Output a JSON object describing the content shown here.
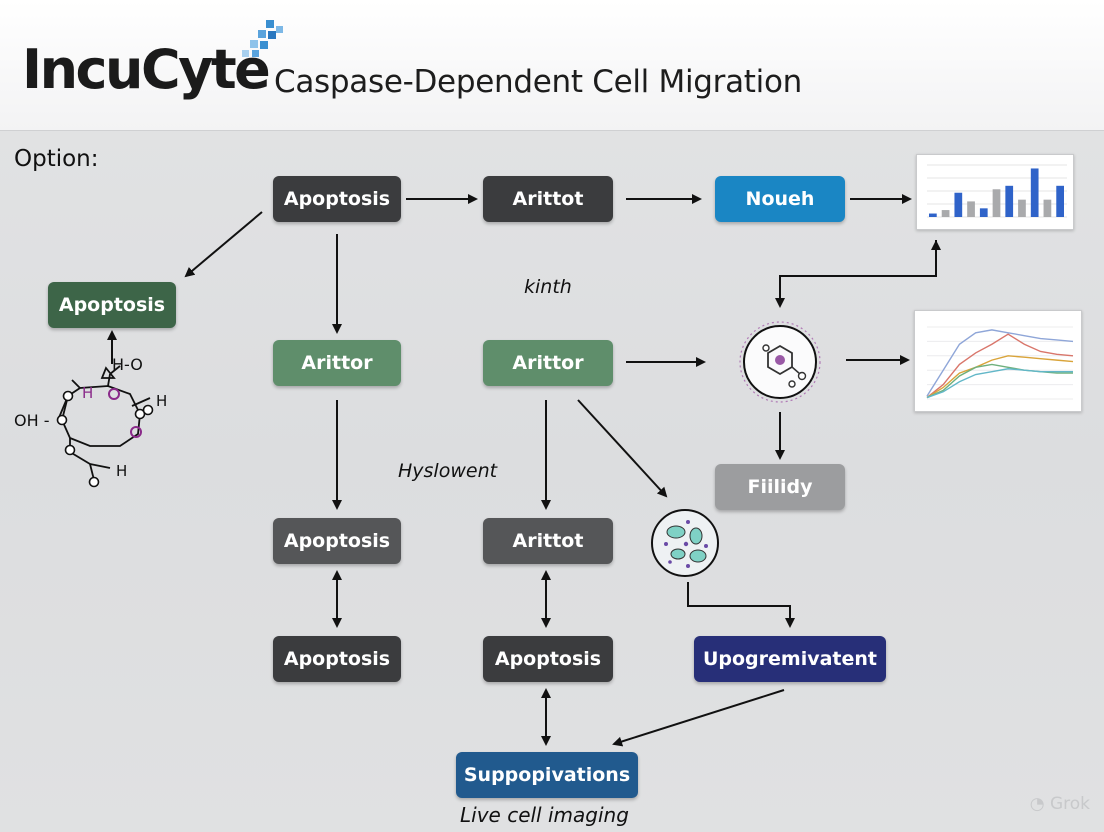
{
  "header": {
    "logo": "IncuCyte",
    "title": "Caspase-Dependent Cell Migration"
  },
  "option_label": "Option:",
  "nodes": {
    "apoptosis_top": "Apoptosis",
    "arittot_top": "Arittot",
    "noueh": "Noueh",
    "apoptosis_left": "Apoptosis",
    "arittor_left": "Arittor",
    "arittor_mid": "Arittor",
    "fiilidy": "Fiilidy",
    "apoptosis_row3": "Apoptosis",
    "arittot_row3": "Arittot",
    "apoptosis_row4a": "Apoptosis",
    "apoptosis_row4b": "Apoptosis",
    "upogremivatent": "Upogremivatent",
    "suppopivations": "Suppopivations"
  },
  "labels": {
    "kinth": "kinth",
    "hyslowent": "Hyslowent",
    "live_cell_imaging": "Live cell imaging"
  },
  "molecule": {
    "h_o": "H-O",
    "oh": "OH -",
    "h1": "H",
    "h2": "H",
    "h3": "H"
  },
  "watermark": "Grok",
  "colors": {
    "blue_node": "#1a86c4",
    "navy_node": "#272f78",
    "green_node": "#5f8e6b",
    "dark_green_node": "#3d6548",
    "logo_accent": "#3a8fd0"
  },
  "bar_chart": {
    "series": [
      {
        "values": [
          2,
          4,
          14,
          9,
          5,
          16,
          18,
          10,
          28,
          10,
          18
        ]
      }
    ],
    "colors": [
      "#2f63c9",
      "#a9aaac"
    ]
  },
  "line_chart": {
    "series": [
      {
        "color": "#8fa6d8",
        "values": [
          2,
          20,
          38,
          46,
          48,
          46,
          44,
          42,
          41,
          40
        ]
      },
      {
        "color": "#d9766b",
        "values": [
          1,
          10,
          24,
          32,
          38,
          45,
          38,
          33,
          31,
          30
        ]
      },
      {
        "color": "#d9a43a",
        "values": [
          1,
          8,
          18,
          22,
          27,
          30,
          29,
          28,
          27,
          26
        ]
      },
      {
        "color": "#6fb07d",
        "values": [
          1,
          6,
          16,
          22,
          24,
          22,
          20,
          19,
          18,
          18
        ]
      },
      {
        "color": "#62b7c8",
        "values": [
          1,
          5,
          12,
          17,
          19,
          21,
          20,
          19,
          19,
          19
        ]
      }
    ]
  }
}
